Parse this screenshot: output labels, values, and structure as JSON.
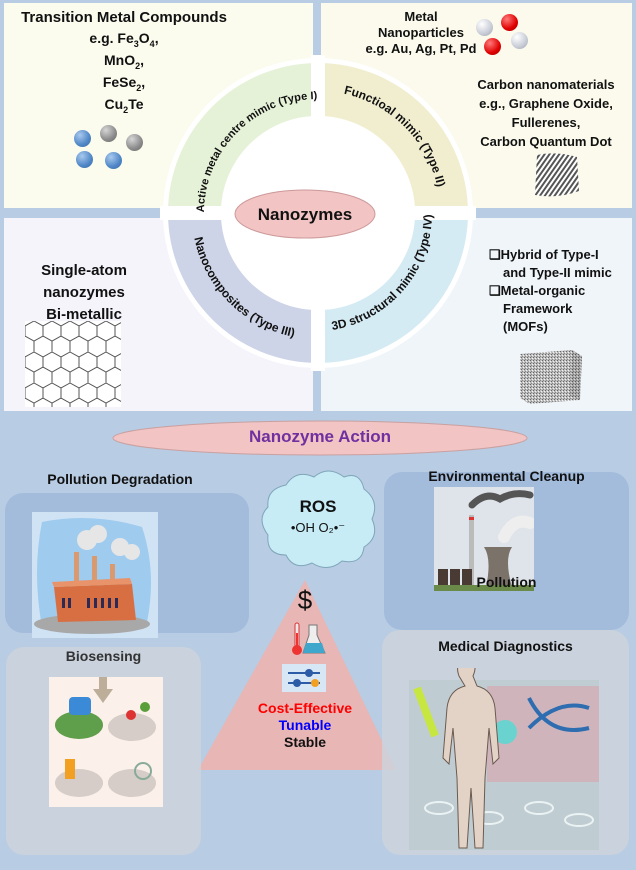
{
  "top_section": {
    "center_label": "Nanozymes",
    "quadrants": [
      {
        "arc_label": "Active metal centre mimic (Type I)",
        "arc_color": "#e6f2d8"
      },
      {
        "arc_label": "Functioal mimic (Type II)",
        "arc_color": "#f1eed0"
      },
      {
        "arc_label": "Nanocomposites  (Type III)",
        "arc_color": "#cdd4e8"
      },
      {
        "arc_label": "3D structural mimic (Type IV)",
        "arc_color": "#d5ebf3"
      }
    ],
    "panel_tl": {
      "title": "Transition Metal Compounds",
      "line1": "e.g. Fe3O4,",
      "line2": "MnO2,",
      "line3": "FeSe2,",
      "line4": "Cu2Te",
      "image": "nanoparticle-spheres"
    },
    "panel_tr": {
      "metal_l1": "Metal",
      "metal_l2": "Nanoparticles",
      "metal_l3": "e.g. Au, Ag, Pt, Pd",
      "carbon_l1": "Carbon nanomaterials",
      "carbon_l2": "e.g., Graphene Oxide,",
      "carbon_l3": "Fullerenes,",
      "carbon_l4": "Carbon Quantum Dot"
    },
    "panel_bl": {
      "l1": "Single-atom",
      "l2": "nanozymes",
      "l3": "Bi-metallic"
    },
    "panel_br": {
      "bullet_icon": "❑",
      "b1_l1": "Hybrid of Type-I",
      "b1_l2": "and Type-II mimic",
      "b2_l1": "Metal-organic",
      "b2_l2": "Framework",
      "b2_l3": "(MOFs)"
    }
  },
  "bottom_section": {
    "banner": "Nanozyme Action",
    "banner_color": "#7030a0",
    "ros": {
      "title": "ROS",
      "species": "•OH O₂•⁻"
    },
    "pollution_degradation": {
      "title": "Pollution Degradation"
    },
    "environmental_cleanup": {
      "title": "Environmental Cleanup",
      "caption": "Pollution"
    },
    "biosensing": {
      "title": "Biosensing"
    },
    "medical_diagnostics": {
      "title": "Medical Diagnostics"
    },
    "pyramid": {
      "dollar": "$",
      "prop1": "Cost-Effective",
      "prop1_color": "#ff0000",
      "prop2": "Tunable",
      "prop2_color": "#0000ff",
      "prop3": "Stable",
      "prop3_color": "#111111"
    }
  }
}
